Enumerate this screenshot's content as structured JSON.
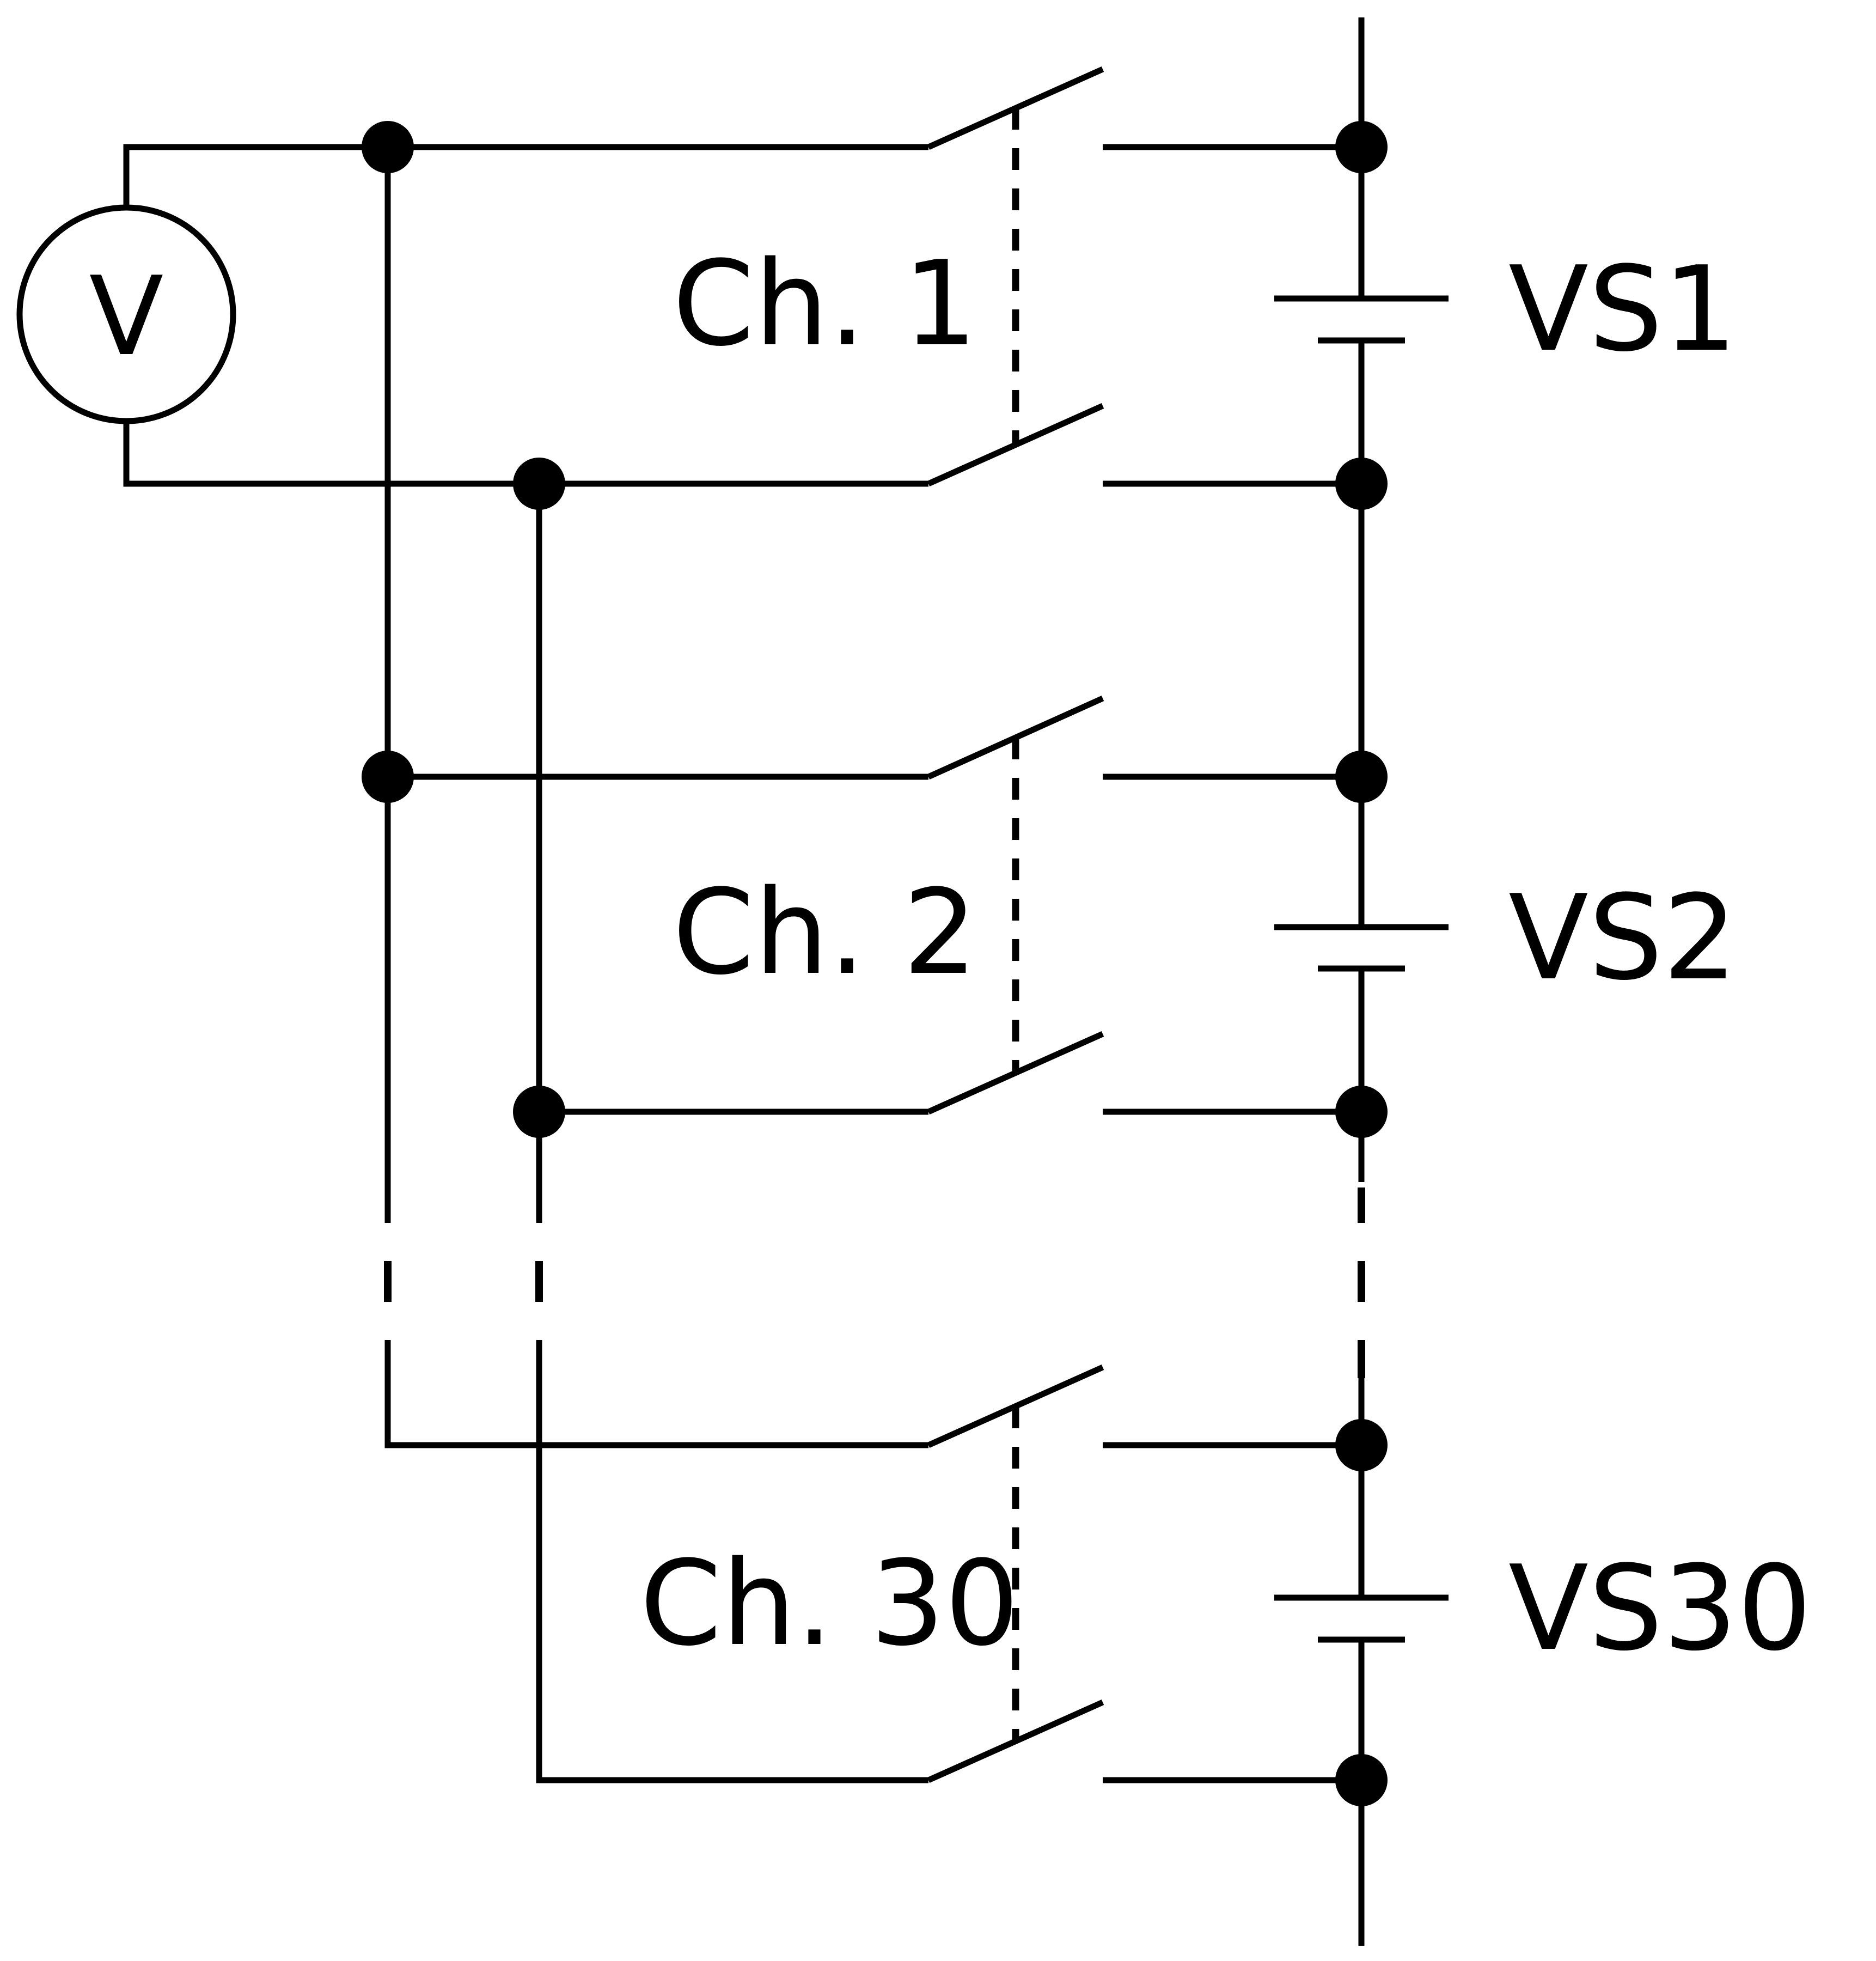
{
  "meter": {
    "symbol_text": "V"
  },
  "channels": [
    {
      "label": "Ch. 1",
      "source_label": "VS1"
    },
    {
      "label": "Ch. 2",
      "source_label": "VS2"
    },
    {
      "label": "Ch. 30",
      "source_label": "VS30"
    }
  ],
  "colors": {
    "ink": "#000000",
    "background": "#ffffff"
  }
}
